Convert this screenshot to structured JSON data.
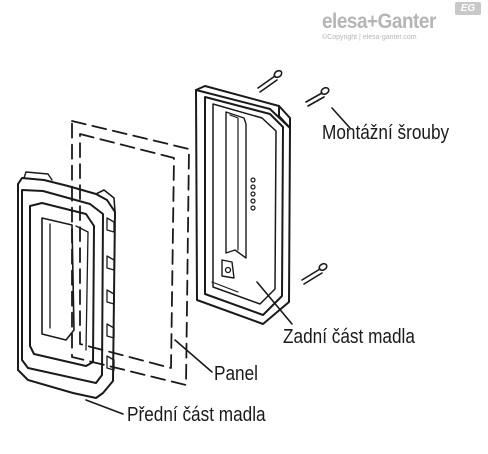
{
  "brand": {
    "logo_text": "elesa+Ganter",
    "badge": "EG",
    "copyright": "©Copyright | elesa-ganter.com",
    "gray": "#b5b5b5"
  },
  "labels": {
    "screws": "Montážní šrouby",
    "rear_part": "Zadní část madla",
    "panel": "Panel",
    "front_part": "Přední část madla"
  },
  "colors": {
    "line": "#1a1a1a",
    "background": "#ffffff"
  }
}
